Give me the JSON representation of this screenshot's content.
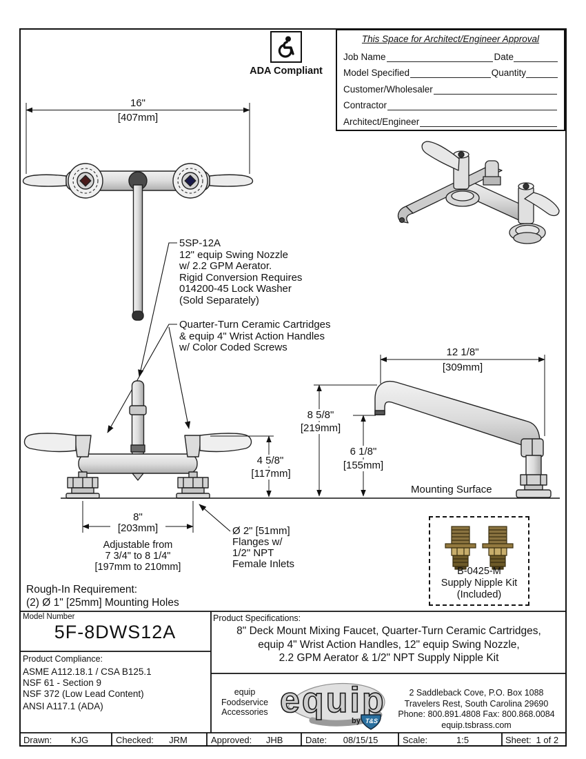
{
  "ada": {
    "label": "ADA Compliant"
  },
  "approval": {
    "title": "This Space for Architect/Engineer Approval",
    "rows": [
      {
        "l1": "Job Name",
        "l2": "Date"
      },
      {
        "l1": "Model Specified",
        "l2": "Quantity"
      },
      {
        "l1": "Customer/Wholesaler",
        "l2": ""
      },
      {
        "l1": "Contractor",
        "l2": ""
      },
      {
        "l1": "Architect/Engineer",
        "l2": ""
      }
    ]
  },
  "callouts": {
    "nozzle": [
      "5SP-12A",
      "12\" equip Swing Nozzle",
      "w/ 2.2 GPM Aerator.",
      "Rigid Conversion Requires",
      "014200-45 Lock Washer",
      "(Sold Separately)"
    ],
    "cartridge": [
      "Quarter-Turn Ceramic Cartridges",
      "& equip 4\" Wrist Action Handles",
      "w/ Color Coded Screws"
    ],
    "flange": [
      "Ø 2\" [51mm]",
      "Flanges w/",
      "1/2\" NPT",
      "Female Inlets"
    ]
  },
  "dims": {
    "width": {
      "in": "16\"",
      "mm": "[407mm]"
    },
    "reach": {
      "in": "12 1/8\"",
      "mm": "[309mm]"
    },
    "spout_height": {
      "in": "8 5/8\"",
      "mm": "[219mm]"
    },
    "outlet_height": {
      "in": "6 1/8\"",
      "mm": "[155mm]"
    },
    "handle_height": {
      "in": "4 5/8\"",
      "mm": "[117mm]"
    },
    "centers": {
      "in": "8\"",
      "mm": "[203mm]"
    },
    "adjustable": [
      "Adjustable from",
      "7 3/4\" to 8 1/4\"",
      "[197mm to 210mm]"
    ],
    "mounting_surface": "Mounting Surface"
  },
  "supply_kit": {
    "lines": [
      "B-0425-M",
      "Supply Nipple Kit",
      "(Included)"
    ]
  },
  "rough_in": {
    "line1": "Rough-In Requirement:",
    "line2": "(2) Ø 1\" [25mm] Mounting Holes"
  },
  "title_block": {
    "model_label": "Model Number",
    "model": "5F-8DWS12A",
    "compliance_label": "Product Compliance:",
    "compliance": [
      "ASME A112.18.1 / CSA B125.1",
      "NSF 61 - Section 9",
      "NSF 372 (Low Lead Content)",
      "ANSI A117.1 (ADA)"
    ],
    "specs_label": "Product Specifications:",
    "specs": [
      "8\" Deck Mount Mixing Faucet, Quarter-Turn Ceramic Cartridges,",
      "equip 4\" Wrist Action Handles, 12\" equip Swing Nozzle,",
      "2.2 GPM Aerator & 1/2\" NPT Supply Nipple Kit"
    ],
    "brand": {
      "lines": [
        "equip",
        "Foodservice",
        "Accessories"
      ],
      "logo": "equip",
      "by": "by",
      "ts": "T&S"
    },
    "address": [
      "2 Saddleback Cove, P.O. Box 1088",
      "Travelers Rest, South Carolina 29690",
      "Phone: 800.891.4808  Fax: 800.868.0084",
      "equip.tsbrass.com"
    ],
    "footer": [
      {
        "label": "Drawn:",
        "value": "KJG"
      },
      {
        "label": "Checked:",
        "value": "JRM"
      },
      {
        "label": "Approved:",
        "value": "JHB"
      },
      {
        "label": "Date:",
        "value": "08/15/15"
      },
      {
        "label": "Scale:",
        "value": "1:5"
      },
      {
        "label": "Sheet:",
        "value": "1 of 2"
      }
    ]
  },
  "colors": {
    "line": "#111111",
    "tube": "#d8d8d8",
    "brass": "#8a7340",
    "ts_blue": "#2a6f9e",
    "hot": "#4a1a1a",
    "cold": "#1a1a4a"
  }
}
